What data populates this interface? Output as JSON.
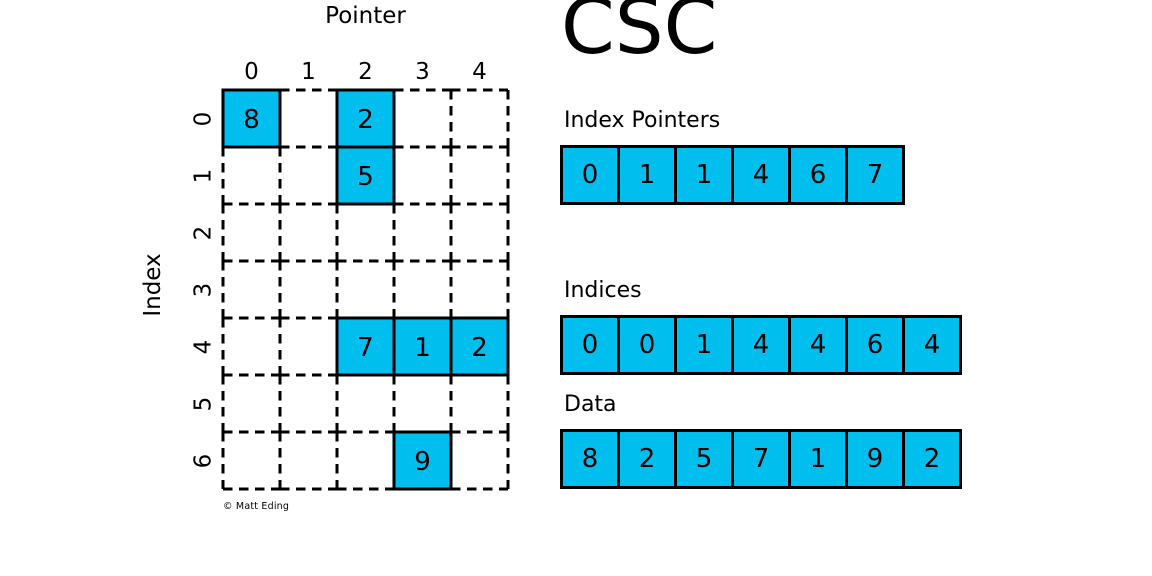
{
  "title": "CSC",
  "copyright": "© Matt Eding",
  "colors": {
    "cell_fill": "#00BFEF",
    "line": "#000000",
    "background": "#FFFFFF"
  },
  "matrix": {
    "x_label": "Pointer",
    "y_label": "Index",
    "cols": 5,
    "rows": 7,
    "col_labels": [
      "0",
      "1",
      "2",
      "3",
      "4"
    ],
    "row_labels": [
      "0",
      "1",
      "2",
      "3",
      "4",
      "5",
      "6"
    ],
    "filled_cells": [
      {
        "row": 0,
        "col": 0,
        "value": "8"
      },
      {
        "row": 0,
        "col": 2,
        "value": "2"
      },
      {
        "row": 1,
        "col": 2,
        "value": "5"
      },
      {
        "row": 4,
        "col": 2,
        "value": "7"
      },
      {
        "row": 4,
        "col": 3,
        "value": "1"
      },
      {
        "row": 4,
        "col": 4,
        "value": "2"
      },
      {
        "row": 6,
        "col": 3,
        "value": "9"
      }
    ]
  },
  "arrays": [
    {
      "id": "index-pointers",
      "label": "Index Pointers",
      "values": [
        "0",
        "1",
        "1",
        "4",
        "6",
        "7"
      ]
    },
    {
      "id": "indices",
      "label": "Indices",
      "values": [
        "0",
        "0",
        "1",
        "4",
        "4",
        "6",
        "4"
      ]
    },
    {
      "id": "data",
      "label": "Data",
      "values": [
        "8",
        "2",
        "5",
        "7",
        "1",
        "9",
        "2"
      ]
    }
  ]
}
